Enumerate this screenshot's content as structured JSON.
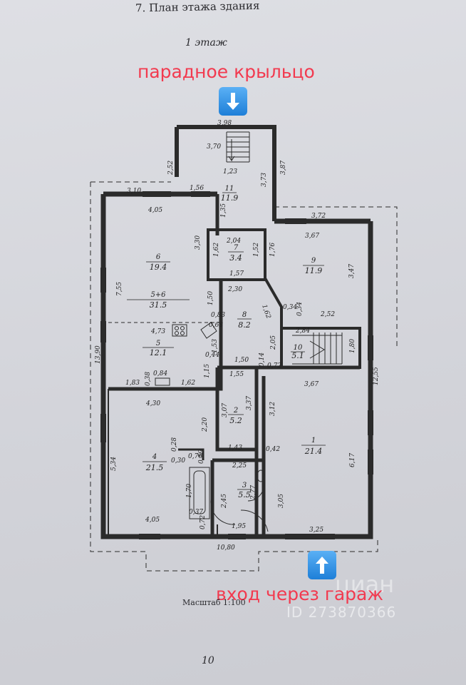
{
  "page": {
    "heading": "7. План этажа здания",
    "floor": "1 этаж",
    "scale": "Масштаб 1:100",
    "page_number": "10",
    "watermark_logo": "циан",
    "watermark_id": "ID 273870366"
  },
  "annotations": {
    "front_porch": "парадное крыльцо",
    "garage_entrance": "вход через гараж",
    "down_arrow_icon": "down-arrow-icon",
    "up_arrow_icon": "up-arrow-icon",
    "arrow_color": "#1e7fd8",
    "label_color": "#f23a4f"
  },
  "rooms": {
    "r11": {
      "num": "11",
      "area": "11.9"
    },
    "r6": {
      "num": "6",
      "area": "19.4"
    },
    "r56": {
      "num": "5+6",
      "area": "31.5"
    },
    "r5": {
      "num": "5",
      "area": "12.1"
    },
    "r7": {
      "num": "7",
      "area": "3.4"
    },
    "r9": {
      "num": "9",
      "area": "11.9"
    },
    "r8": {
      "num": "8",
      "area": "8.2"
    },
    "r10": {
      "num": "10",
      "area": "5.1"
    },
    "r4": {
      "num": "4",
      "area": "21.5"
    },
    "r2": {
      "num": "2",
      "area": "5.2"
    },
    "r3": {
      "num": "3",
      "area": "5.5"
    },
    "r1": {
      "num": "1",
      "area": "21.4"
    }
  },
  "dims": {
    "d398": "3,98",
    "d370": "3,70",
    "d123": "1,23",
    "d252": "2,52",
    "d373": "3,73",
    "d387": "3,87",
    "d310": "3,10",
    "d156": "1,56",
    "d135": "1,35",
    "d372": "3,72",
    "d405a": "4,05",
    "d330": "3,30",
    "d204": "2,04",
    "d367a": "3,67",
    "d162": "1,62",
    "d152": "1,52",
    "d176": "1,76",
    "d347": "3,47",
    "d157": "1,57",
    "d755": "7,55",
    "d230": "2,30",
    "d150a": "1,50",
    "d162b": "1,62",
    "d083": "0,83",
    "d034a": "0,34",
    "d034b": "0,34",
    "d252b": "2,52",
    "d068": "0,68",
    "d473": "4,73",
    "d284": "2,84",
    "d153": "1,53",
    "d205": "2,05",
    "d180": "1,80",
    "d1390": "13,90",
    "d044": "0,44",
    "d150b": "1,50",
    "d014": "0,14",
    "d072": "0,72",
    "d1255": "12,55",
    "d183": "1,83",
    "d038": "0,38",
    "d084": "0,84",
    "d162c": "1,62",
    "d115": "1,15",
    "d155": "1,55",
    "d367b": "3,67",
    "d430": "4,30",
    "d307": "3,07",
    "d337": "3,37",
    "d312": "3,12",
    "d220": "2,20",
    "d534": "5,34",
    "d028": "0,28",
    "d030": "0,30",
    "d076": "0,76",
    "d059": "0,59",
    "d143": "1,43",
    "d042": "0,42",
    "d617": "6,17",
    "d225": "2,25",
    "d170": "1,70",
    "d245": "2,45",
    "d277": "2,77",
    "d305": "3,05",
    "d037": "0,37",
    "d072b": "0,72",
    "d405b": "4,05",
    "d195": "1,95",
    "d325": "3,25",
    "d1080": "10,80"
  }
}
